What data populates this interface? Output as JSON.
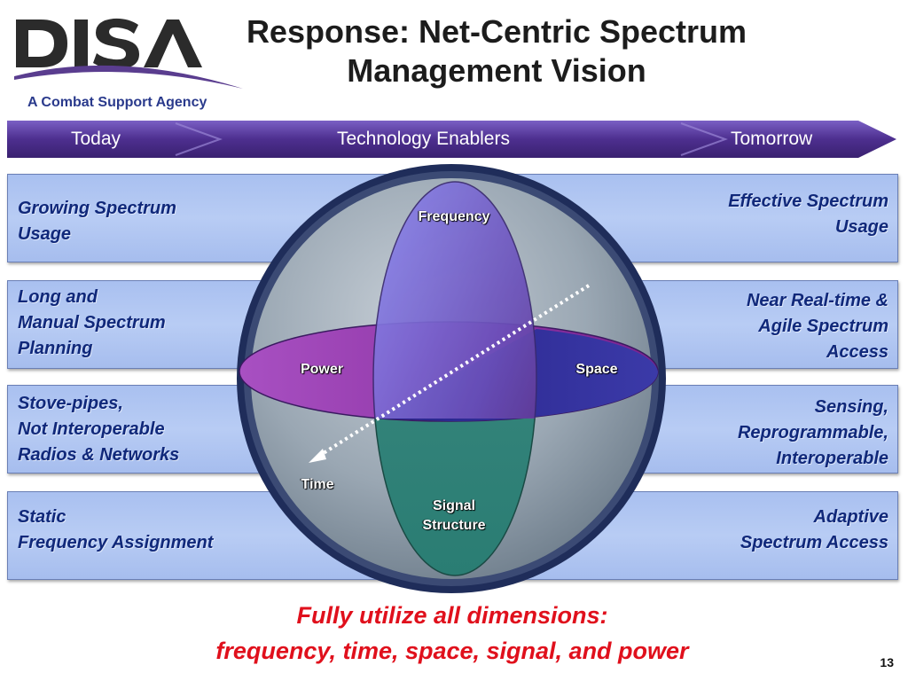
{
  "logo": {
    "wordmark": "DISA",
    "tagline": "A Combat Support Agency"
  },
  "title": {
    "line1": "Response: Net-Centric Spectrum",
    "line2": "Management Vision"
  },
  "banner": {
    "left": "Today",
    "center": "Technology Enablers",
    "right": "Tomorrow"
  },
  "rows": [
    {
      "today": [
        "Growing Spectrum",
        "Usage"
      ],
      "tomorrow": [
        "Effective Spectrum",
        "Usage"
      ]
    },
    {
      "today": [
        "Long and",
        "Manual Spectrum",
        "Planning"
      ],
      "tomorrow": [
        "Near Real-time &",
        "Agile Spectrum",
        "Access"
      ]
    },
    {
      "today": [
        "Stove-pipes,",
        "Not Interoperable",
        "Radios & Networks"
      ],
      "tomorrow": [
        "Sensing,",
        "Reprogrammable,",
        "Interoperable"
      ]
    },
    {
      "today": [
        "Static",
        "Frequency Assignment"
      ],
      "tomorrow": [
        "Adaptive",
        "Spectrum Access"
      ]
    }
  ],
  "dimensions": {
    "frequency": "Frequency",
    "power": "Power",
    "space": "Space",
    "time": "Time",
    "signal_line1": "Signal",
    "signal_line2": "Structure"
  },
  "bottom": {
    "line1": "Fully utilize all dimensions:",
    "line2": "frequency, time, space, signal, and power"
  },
  "page_number": "13",
  "colors": {
    "banner": "#5a3fa0",
    "row_text": "#10287a",
    "emphasis": "#e0101c",
    "sphere_rim": "#1f2d5a"
  }
}
